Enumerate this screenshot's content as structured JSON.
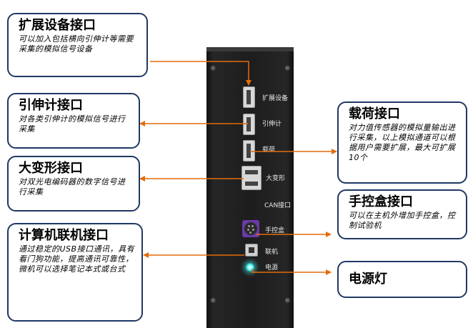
{
  "callouts": [
    {
      "id": "expansion",
      "title": "扩展设备接口",
      "desc": "可以加入包括横向引伸计等需要采集的模拟信号设备"
    },
    {
      "id": "extensometer",
      "title": "引伸计接口",
      "desc": "对各类引伸计的模拟信号进行采集"
    },
    {
      "id": "large_deformation",
      "title": "大变形接口",
      "desc": "对双光电编码器的数字信号进行采集"
    },
    {
      "id": "computer",
      "title": "计算机联机接口",
      "desc": "通过稳定的USB接口通讯，具有看门狗功能，提高通讯可靠性，微机可以选择笔记本式或台式"
    },
    {
      "id": "load",
      "title": "载荷接口",
      "desc": "对力值传感器的模拟量输出进行采集，以上模拟通道可以根据用户需要扩展，最大可扩展10个"
    },
    {
      "id": "handbox",
      "title": "手控盒接口",
      "desc": "可以在主机外增加手控盒，控制试验机"
    },
    {
      "id": "power_light",
      "title": "电源灯",
      "desc": ""
    }
  ],
  "device_labels": {
    "expansion": "扩展设备",
    "extensometer": "引伸计",
    "load": "载荷",
    "large_deformation": "大变形",
    "can": "CAN接口",
    "handbox": "手控盒",
    "pc": "联机",
    "power": "电源"
  },
  "colors": {
    "border": "#1f3864",
    "arrow": "#e46c0a",
    "device": "#1d1d1d",
    "led": "#66ffff"
  }
}
